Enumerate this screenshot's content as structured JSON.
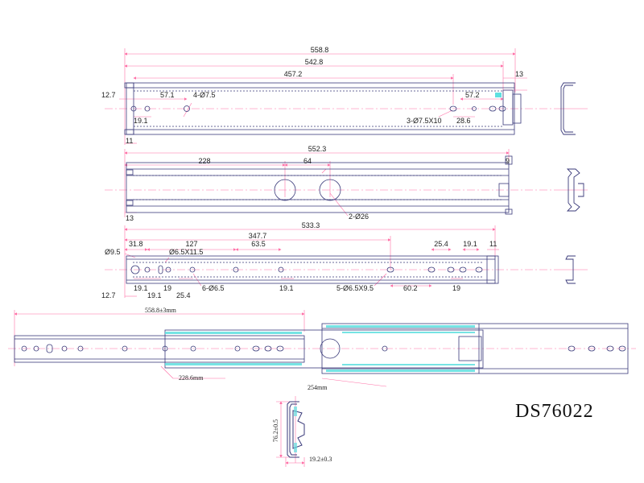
{
  "model": "DS76022",
  "colors": {
    "outline": "#3a3a7a",
    "dimension": "#ff6fa6",
    "centerline": "#ff6fa6",
    "fill": "#5fe0e0",
    "text": "#222222"
  },
  "view1": {
    "overall_length": "558.8",
    "length_2": "542.8",
    "length_3": "457.2",
    "end_13": "13",
    "left_12_7": "12.7",
    "pitch_57_1": "57.1",
    "holes_left": "4-Ø7.5",
    "pitch_19_1": "19.1",
    "slots_right": "3-Ø7.5X10",
    "pitch_57_2": "57.2",
    "pitch_28_6": "28.6",
    "end_11": "11"
  },
  "view2": {
    "overall_length": "552.3",
    "length_228": "228",
    "length_64": "64",
    "end_9": "9",
    "holes": "2-Ø26",
    "end_13": "13"
  },
  "view3": {
    "overall_length": "533.3",
    "length_347_7": "347.7",
    "hole_9_5": "Ø9.5",
    "length_31_8": "31.8",
    "length_127": "127",
    "length_63_5": "63.5",
    "slot_small": "Ø6.5X11.5",
    "length_25_4": "25.4",
    "length_19_1": "19.1",
    "end_11": "11",
    "left_12_7": "12.7",
    "d_19_1a": "19.1",
    "d_19_1b": "19.1",
    "d_19": "19",
    "d_25_4": "25.4",
    "holes": "6-Ø6.5",
    "d_19_1c": "19.1",
    "slots": "5-Ø6.5X9.5",
    "d_60_2": "60.2",
    "d_19b": "19"
  },
  "view4": {
    "extended_length": "558.8±3mm",
    "length_228_6": "228.6mm",
    "length_254": "254mm"
  },
  "section": {
    "height": "76.2±0.5",
    "width": "19.2±0.3"
  }
}
